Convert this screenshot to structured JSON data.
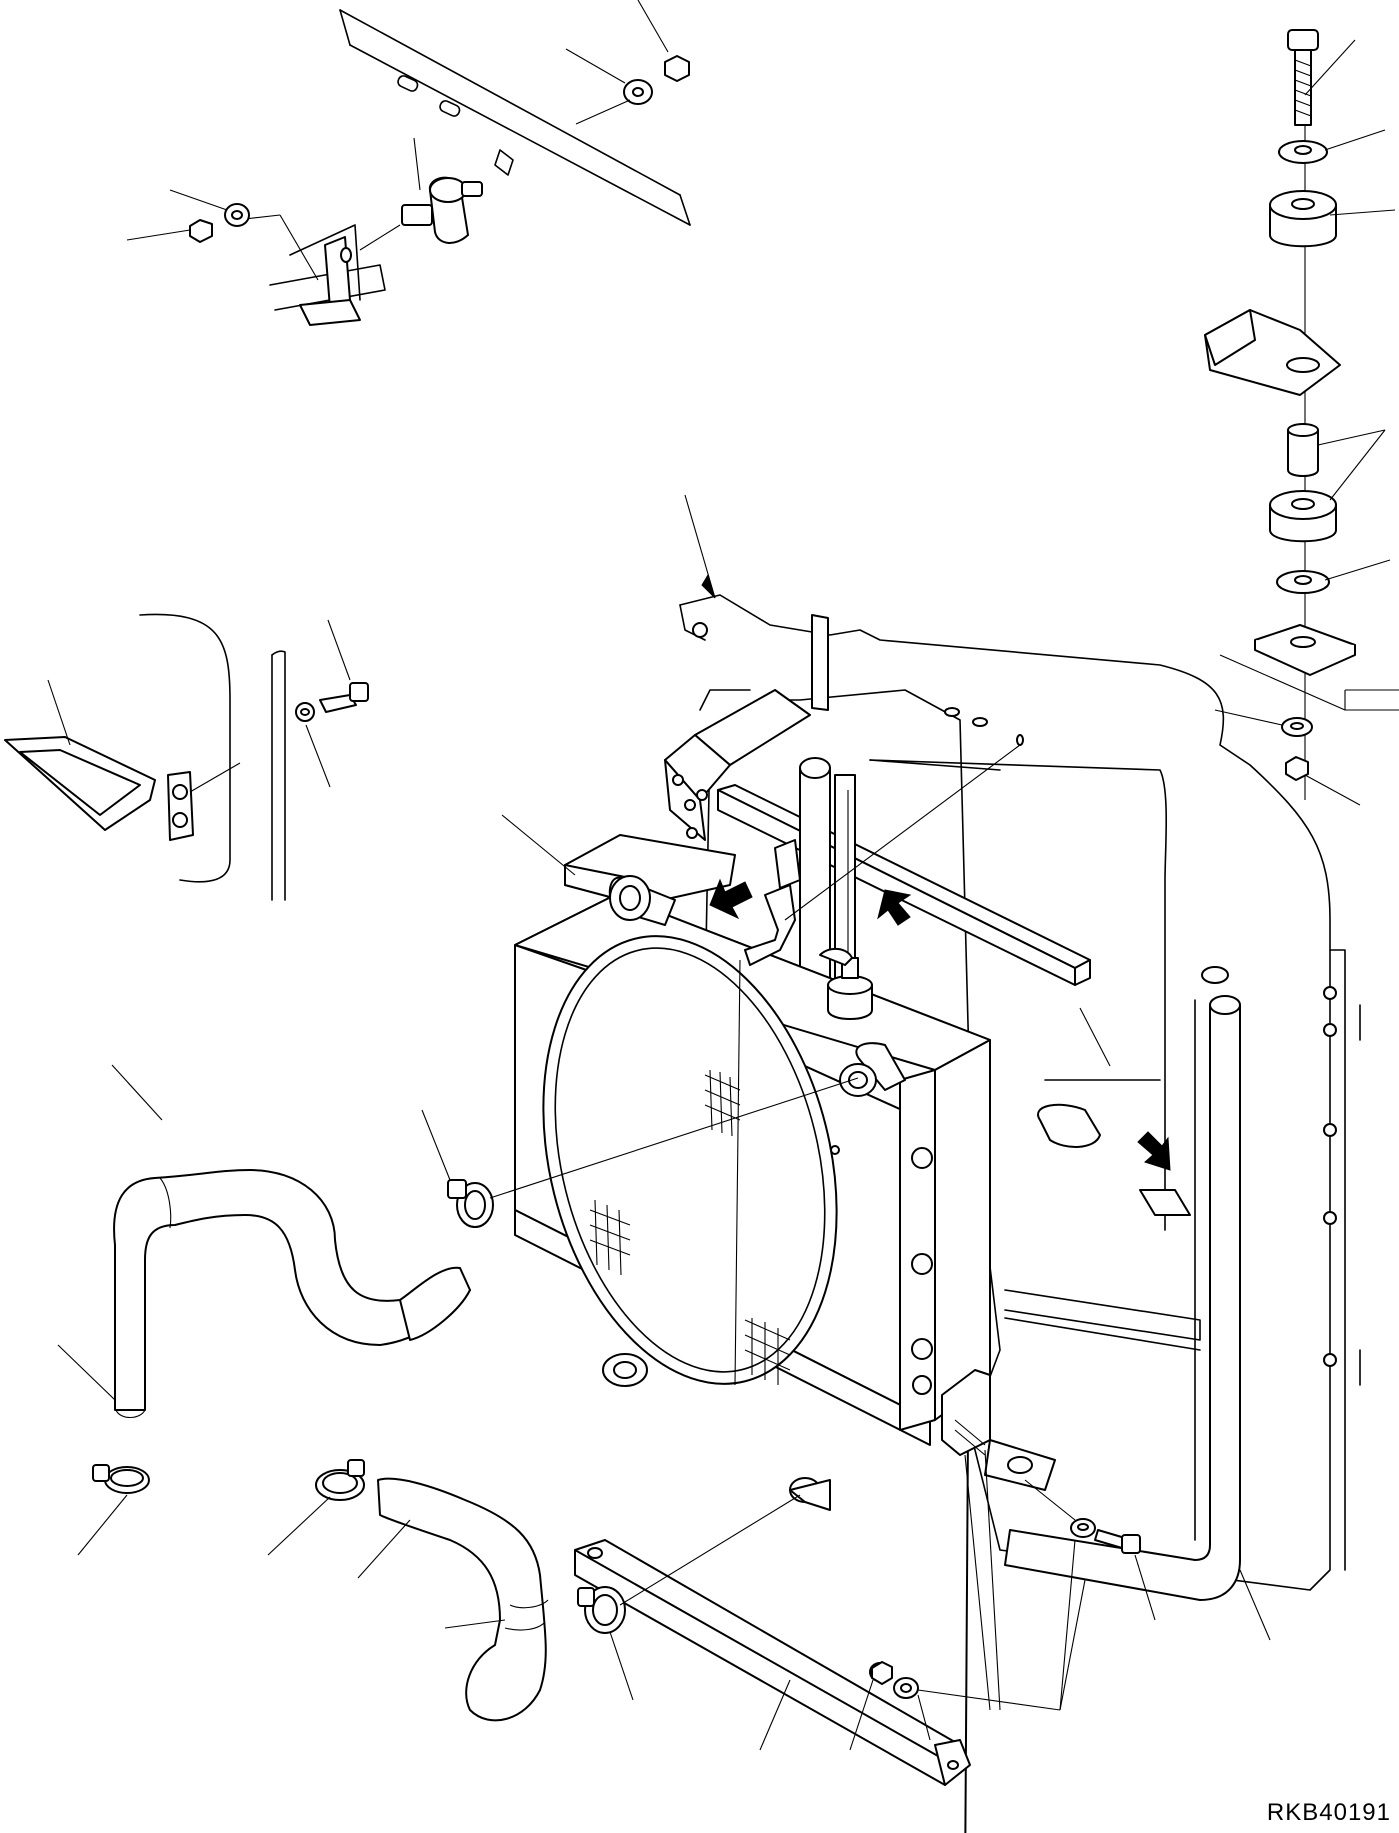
{
  "drawing": {
    "code": "RKB40191",
    "parts": [
      "radiator-assembly",
      "fan-shroud",
      "radiator-cap",
      "support-frame",
      "upper-hose",
      "lower-hose",
      "upper-hose-clamp",
      "lower-hose-clamp",
      "drain-hose-clamp",
      "drain-pipe",
      "seal-bar",
      "lower-bracket",
      "rubber-mount",
      "mounting-bolt",
      "washer",
      "nut",
      "guard-plate"
    ],
    "icons": [
      "arrow-icon",
      "leader-line"
    ]
  }
}
